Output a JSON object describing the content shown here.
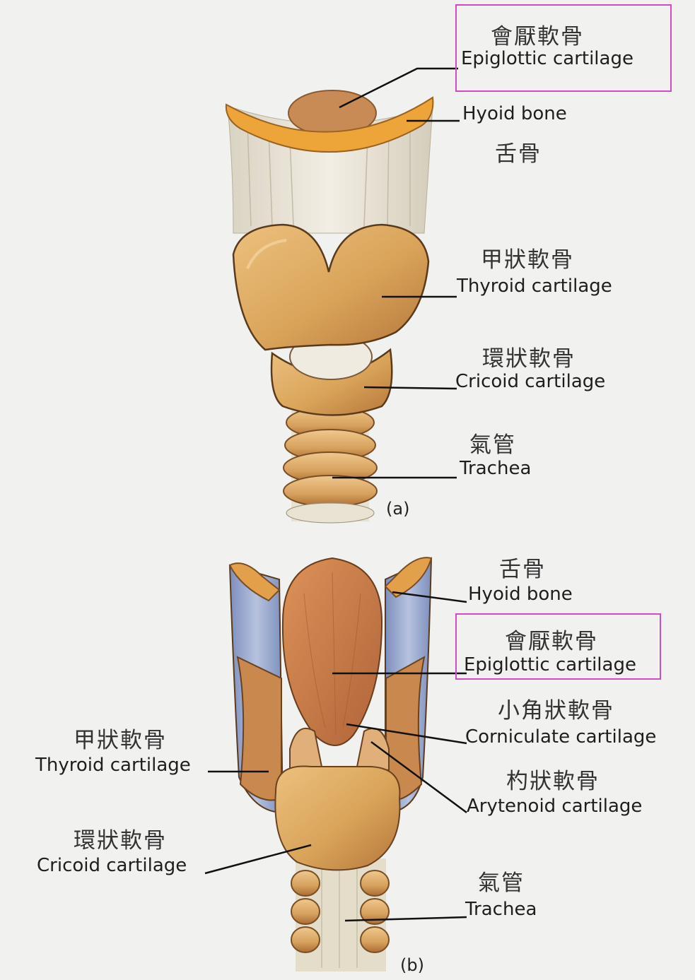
{
  "panel_a": {
    "tag": "(a)",
    "labels": {
      "epiglottic": {
        "zh": "會厭軟骨",
        "en": "Epiglottic cartilage"
      },
      "hyoid": {
        "zh": "舌骨",
        "en": "Hyoid bone"
      },
      "thyroid": {
        "zh": "甲狀軟骨",
        "en": "Thyroid cartilage"
      },
      "cricoid": {
        "zh": "環狀軟骨",
        "en": "Cricoid cartilage"
      },
      "trachea": {
        "zh": "氣管",
        "en": "Trachea"
      }
    }
  },
  "panel_b": {
    "tag": "(b)",
    "labels": {
      "hyoid": {
        "zh": "舌骨",
        "en": "Hyoid bone"
      },
      "epiglottic": {
        "zh": "會厭軟骨",
        "en": "Epiglottic cartilage"
      },
      "corniculate": {
        "zh": "小角狀軟骨",
        "en": "Corniculate cartilage"
      },
      "arytenoid": {
        "zh": "杓狀軟骨",
        "en": "Arytenoid cartilage"
      },
      "thyroid": {
        "zh": "甲狀軟骨",
        "en": "Thyroid cartilage"
      },
      "cricoid": {
        "zh": "環狀軟骨",
        "en": "Cricoid cartilage"
      },
      "trachea": {
        "zh": "氣管",
        "en": "Trachea"
      }
    }
  },
  "colors": {
    "highlight_box": "#d04bc4",
    "cartilage": "#d9a45a",
    "hyoid_yellow": "#e8a43a",
    "membrane": "#e6e2d6",
    "membrane_blue": "#8d9fc9",
    "epiglottis_b": "#c87a45",
    "background": "#f1f1ef"
  }
}
